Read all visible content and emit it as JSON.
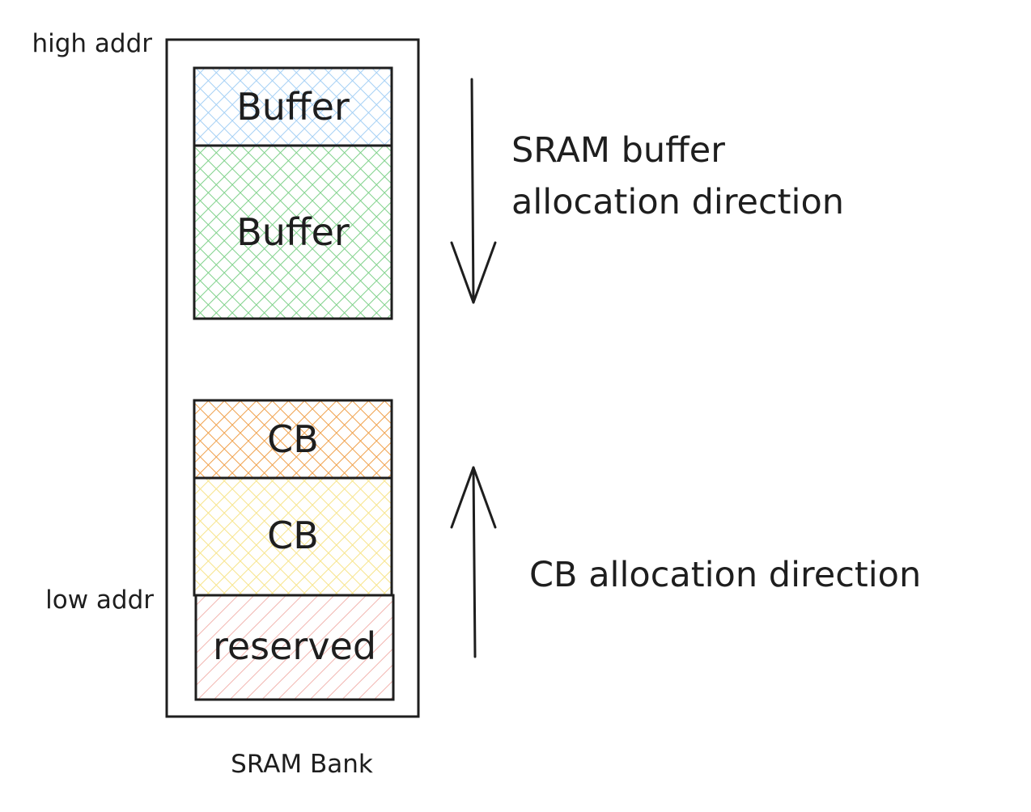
{
  "address_labels": {
    "high": "high addr",
    "low": "low addr"
  },
  "bank": {
    "label": "SRAM Bank"
  },
  "blocks": [
    {
      "label": "Buffer",
      "color": "#a5d0f5"
    },
    {
      "label": "Buffer",
      "color": "#7fd18a"
    },
    {
      "label": "CB",
      "color": "#f0a04a"
    },
    {
      "label": "CB",
      "color": "#f7e48a"
    },
    {
      "label": "reserved",
      "color": "#f2b5b0"
    }
  ],
  "directions": {
    "buffer": {
      "line1": "SRAM buffer",
      "line2": "allocation direction"
    },
    "cb": {
      "text": "CB allocation direction"
    }
  }
}
